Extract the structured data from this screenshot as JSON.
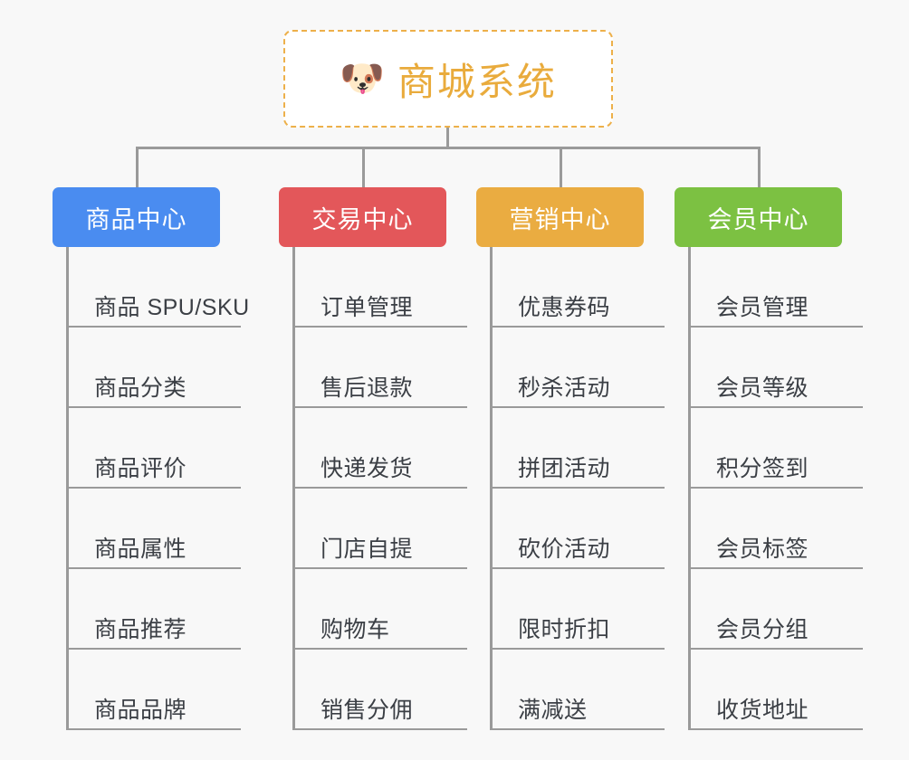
{
  "background_color": "#f8f8f8",
  "root": {
    "icon": "dog-face-emoji",
    "icon_glyph": "🐶",
    "title": "商城系统",
    "title_color": "#e9ab3c",
    "border_color": "#edb04a"
  },
  "categories": [
    {
      "label": "商品中心",
      "color": "#4a8cf0",
      "items": [
        "商品 SPU/SKU",
        "商品分类",
        "商品评价",
        "商品属性",
        "商品推荐",
        "商品品牌"
      ]
    },
    {
      "label": "交易中心",
      "color": "#e3575a",
      "items": [
        "订单管理",
        "售后退款",
        "快递发货",
        "门店自提",
        "购物车",
        "销售分佣"
      ]
    },
    {
      "label": "营销中心",
      "color": "#eaac41",
      "items": [
        "优惠券码",
        "秒杀活动",
        "拼团活动",
        "砍价活动",
        "限时折扣",
        "满减送"
      ]
    },
    {
      "label": "会员中心",
      "color": "#7cc142",
      "items": [
        "会员管理",
        "会员等级",
        "积分签到",
        "会员标签",
        "会员分组",
        "收货地址"
      ]
    }
  ],
  "connector_color": "#9a9a9a",
  "leaf_text_color": "#3b3f45"
}
